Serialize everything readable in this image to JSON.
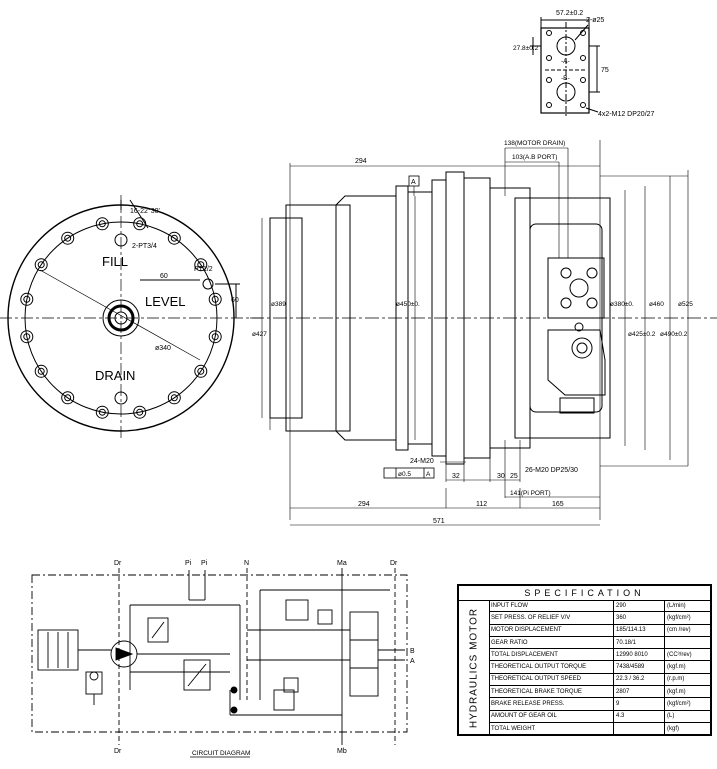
{
  "port_detail": {
    "dim_top": "57.2±0.2",
    "holes": "2-ø25",
    "dim_left": "27.8±0.2",
    "dim_right": "75",
    "port_a": "-A-",
    "port_b": "-B-",
    "bolts": "4x2-M12 DP20/27"
  },
  "front_view": {
    "angle": "16-22°30'",
    "plug": "2-PT3/4",
    "fill": "FILL",
    "level": "LEVEL",
    "drain": "DRAIN",
    "pt": "PT1/2",
    "dim_60a": "60",
    "dim_60b": "60",
    "pcd": "ø340"
  },
  "side_view": {
    "motor_drain": "138(MOTOR DRAIN)",
    "ab_port": "103(A.B PORT)",
    "top_dim": "294",
    "datum": "A",
    "d389": "ø389",
    "d427": "ø427",
    "d450": "ø450±0.",
    "d380": "ø380±0.",
    "d425": "ø425±0.2",
    "d460": "ø460",
    "d490": "ø490±0.2",
    "d525": "ø525",
    "bolt_m20": "24-M20",
    "tolerance": "ø0.5",
    "tol_datum": "A",
    "bolt_m20_dp": "26-M20 DP25/30",
    "pi_port": "141(Pi PORT)",
    "dim_32": "32",
    "dim_30": "30",
    "dim_25": "25",
    "dim_294": "294",
    "dim_112": "112",
    "dim_165": "165",
    "dim_571": "571"
  },
  "circuit": {
    "dr_left": "Dr",
    "pi1": "Pi",
    "pi2": "Pi",
    "n": "N",
    "ma": "Ma",
    "dr_right": "Dr",
    "b": "B",
    "a": "A",
    "dr_bottom": "Dr",
    "mb": "Mb",
    "caption": "CIRCUIT DIAGRAM"
  },
  "specification": {
    "title": "SPECIFICATION",
    "section": "HYDRAULICS MOTOR",
    "rows": [
      {
        "label": "INPUT FLOW",
        "value": "290",
        "unit": "(L/min)"
      },
      {
        "label": "SET PRESS. OF RELIEF V/V",
        "value": "360",
        "unit": "(kgf/cm²)"
      },
      {
        "label": "MOTOR DISPLACEMENT",
        "value": "185/114.13",
        "unit": "(cm /rev)"
      },
      {
        "label": "GEAR RATIO",
        "value": "70.18/1",
        "unit": ""
      },
      {
        "label": "TOTAL DISPLACEMENT",
        "value": "12990 8010",
        "unit": "(CC³/rev)"
      },
      {
        "label": "THEORETICAL OUTPUT TORQUE",
        "value": "7438/4589",
        "unit": "(kgf.m)"
      },
      {
        "label": "THEORETICAL OUTPUT SPEED",
        "value": "22.3 / 36.2",
        "unit": "(r.p.m)"
      },
      {
        "label": "THEORETICAL BRAKE TORQUE",
        "value": "2807",
        "unit": "(kgf.m)"
      },
      {
        "label": "BRAKE RELEASE PRESS.",
        "value": "9",
        "unit": "(kgf/cm²)"
      },
      {
        "label": "AMOUNT OF GEAR OIL",
        "value": "4.3",
        "unit": "(L)"
      },
      {
        "label": "TOTAL WEIGHT",
        "value": "",
        "unit": "(kgf)"
      }
    ]
  }
}
